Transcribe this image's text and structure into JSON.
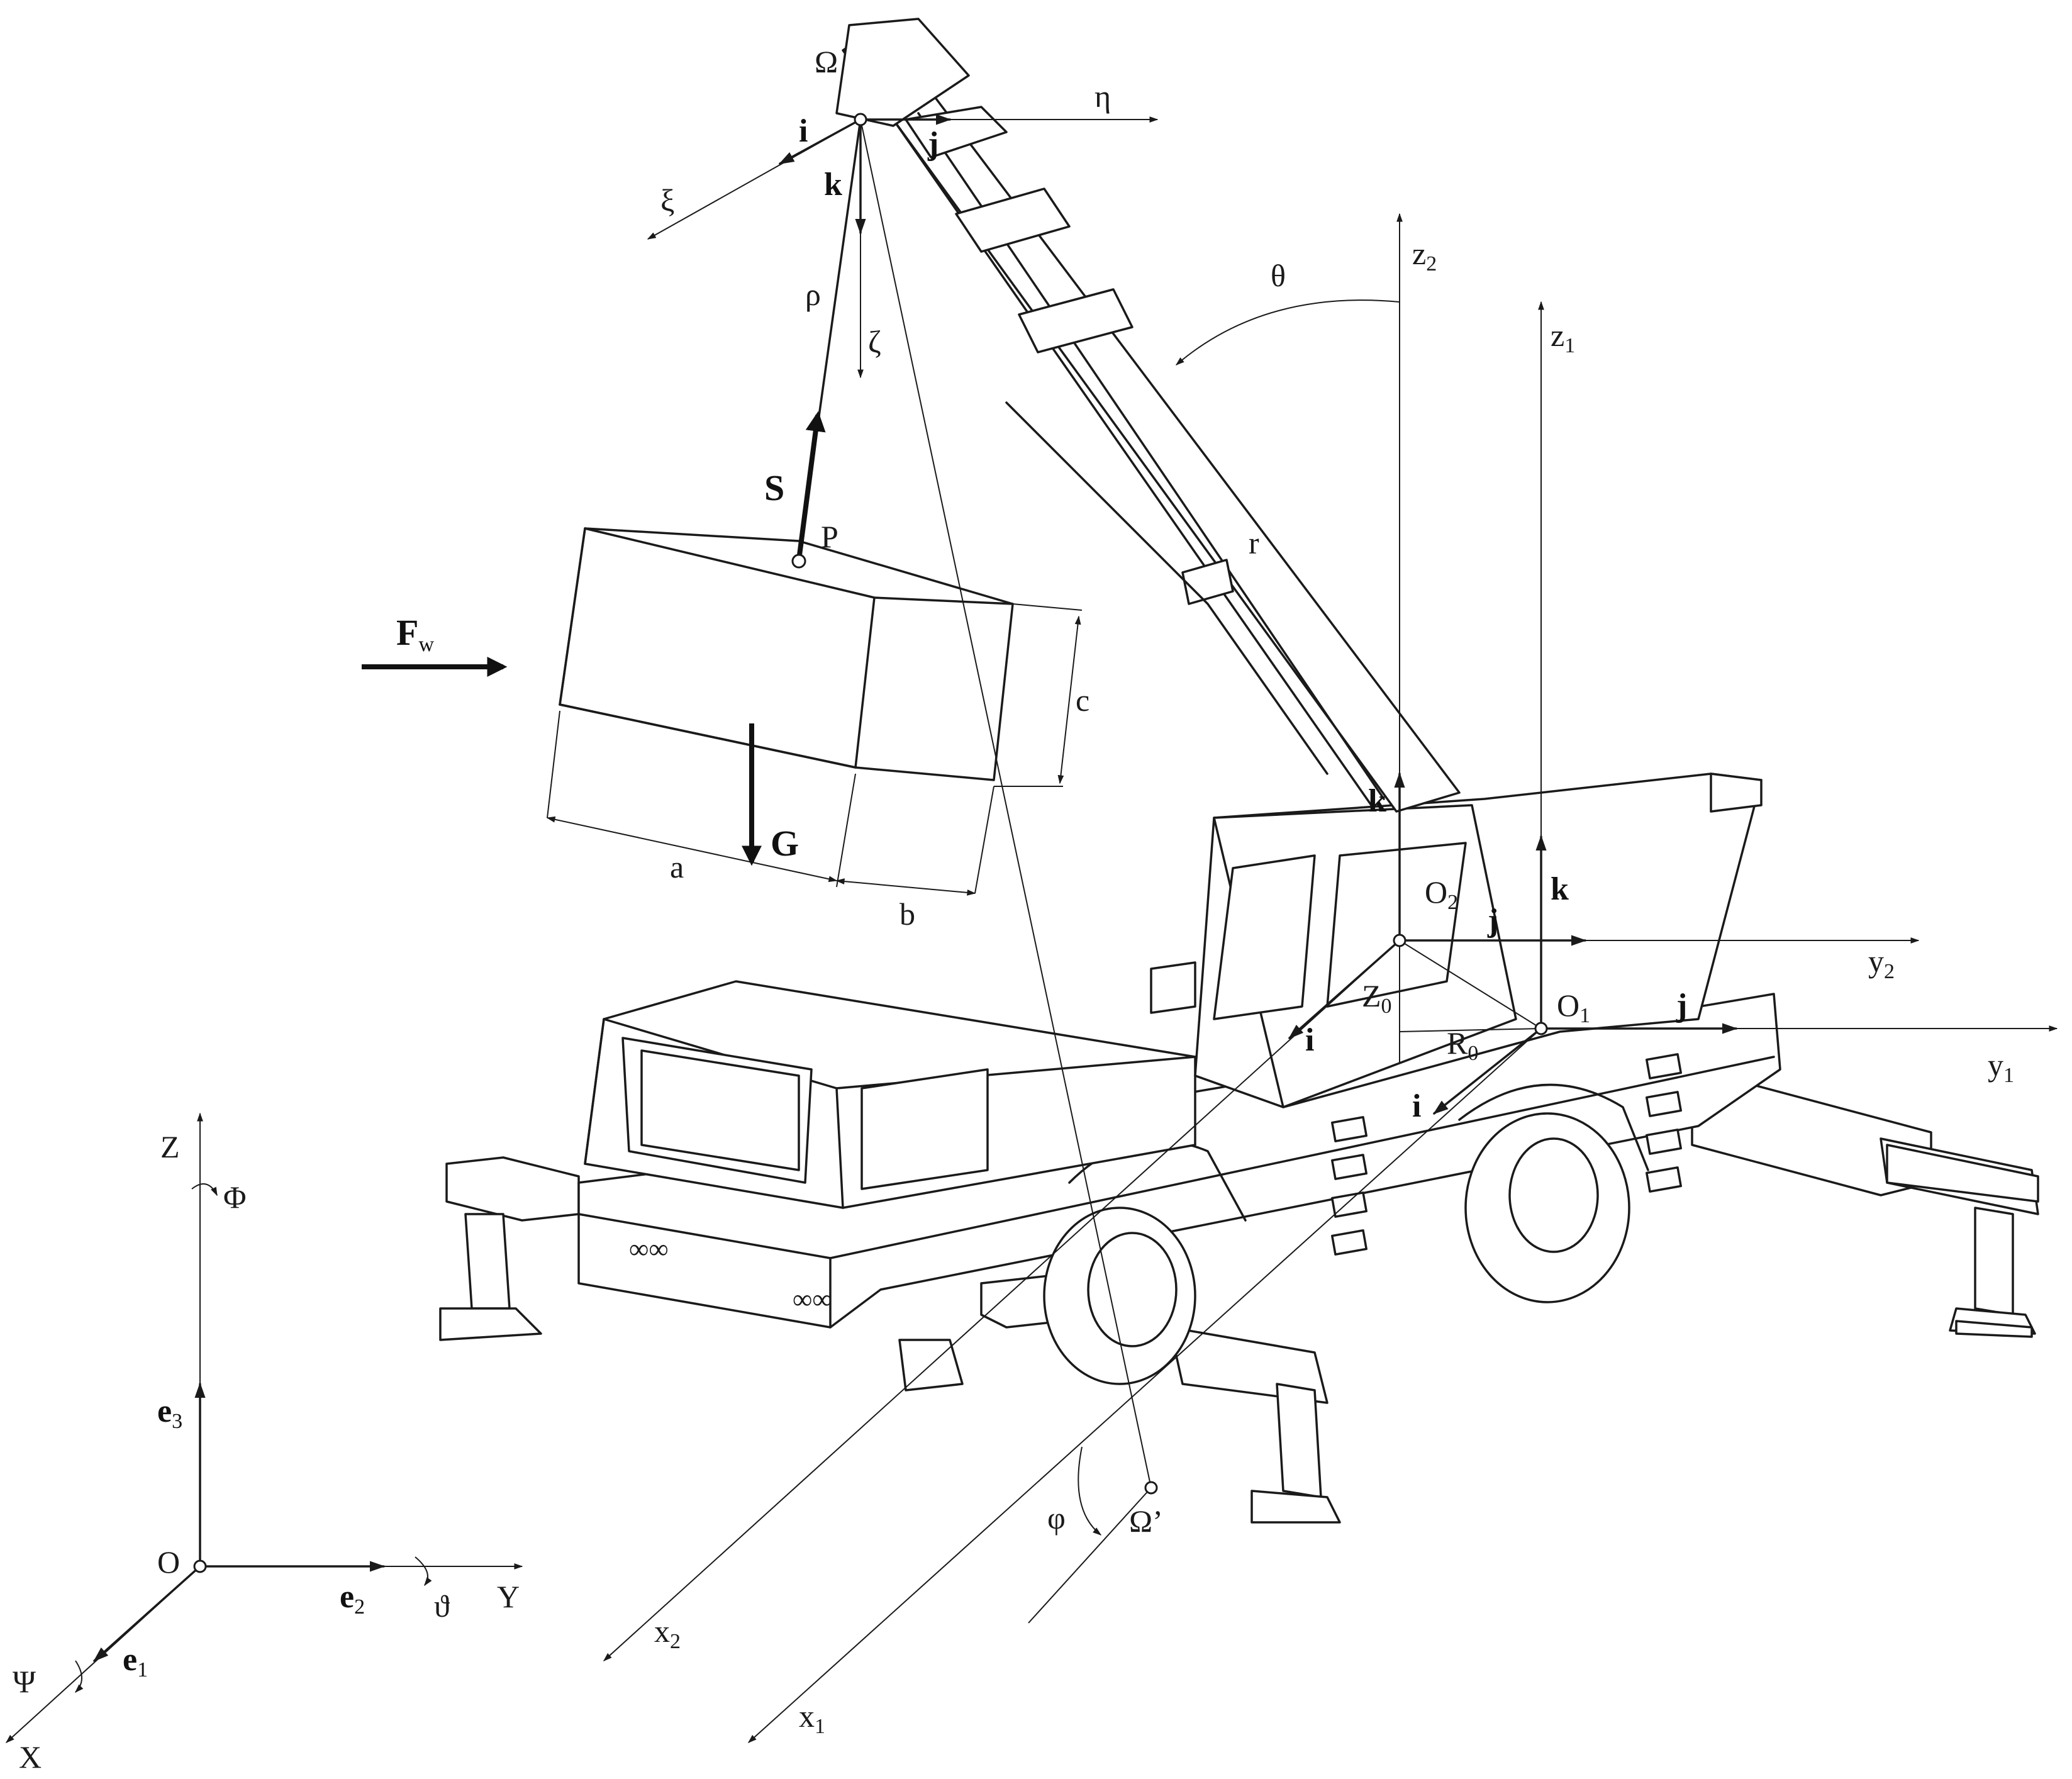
{
  "labels": {
    "Omega": "Ω",
    "i_hook": "i",
    "j_hook": "j",
    "k_hook": "k",
    "eta": "η",
    "xi": "ξ",
    "zeta": "ζ",
    "rho": "ρ",
    "S": "S",
    "P": "P",
    "F": "F",
    "F_sub": "w",
    "G": "G",
    "a": "a",
    "b": "b",
    "c": "c",
    "theta": "θ",
    "r": "r",
    "z2": "z",
    "z2_sub": "2",
    "z1": "z",
    "z1_sub": "1",
    "k_cab": "k",
    "k_o1": "k",
    "O2": "O",
    "O2_sub": "2",
    "j_o2": "j",
    "y2": "y",
    "y2_sub": "2",
    "Z0": "Z",
    "Z0_sub": "0",
    "O1": "O",
    "O1_sub": "1",
    "j_o1": "j",
    "i_o2": "i",
    "R0": "R",
    "R0_sub": "0",
    "i_o1": "i",
    "y1": "y",
    "y1_sub": "1",
    "Z": "Z",
    "Phi": "Φ",
    "e3": "e",
    "e3_sub": "3",
    "O": "O",
    "e2": "e",
    "e2_sub": "2",
    "vartheta": "ϑ",
    "Y": "Y",
    "Psi": "Ψ",
    "e1": "e",
    "e1_sub": "1",
    "X": "X",
    "phi": "φ",
    "Omega_prime": "Ω’",
    "x2": "x",
    "x2_sub": "2",
    "x1": "x",
    "x1_sub": "1"
  }
}
